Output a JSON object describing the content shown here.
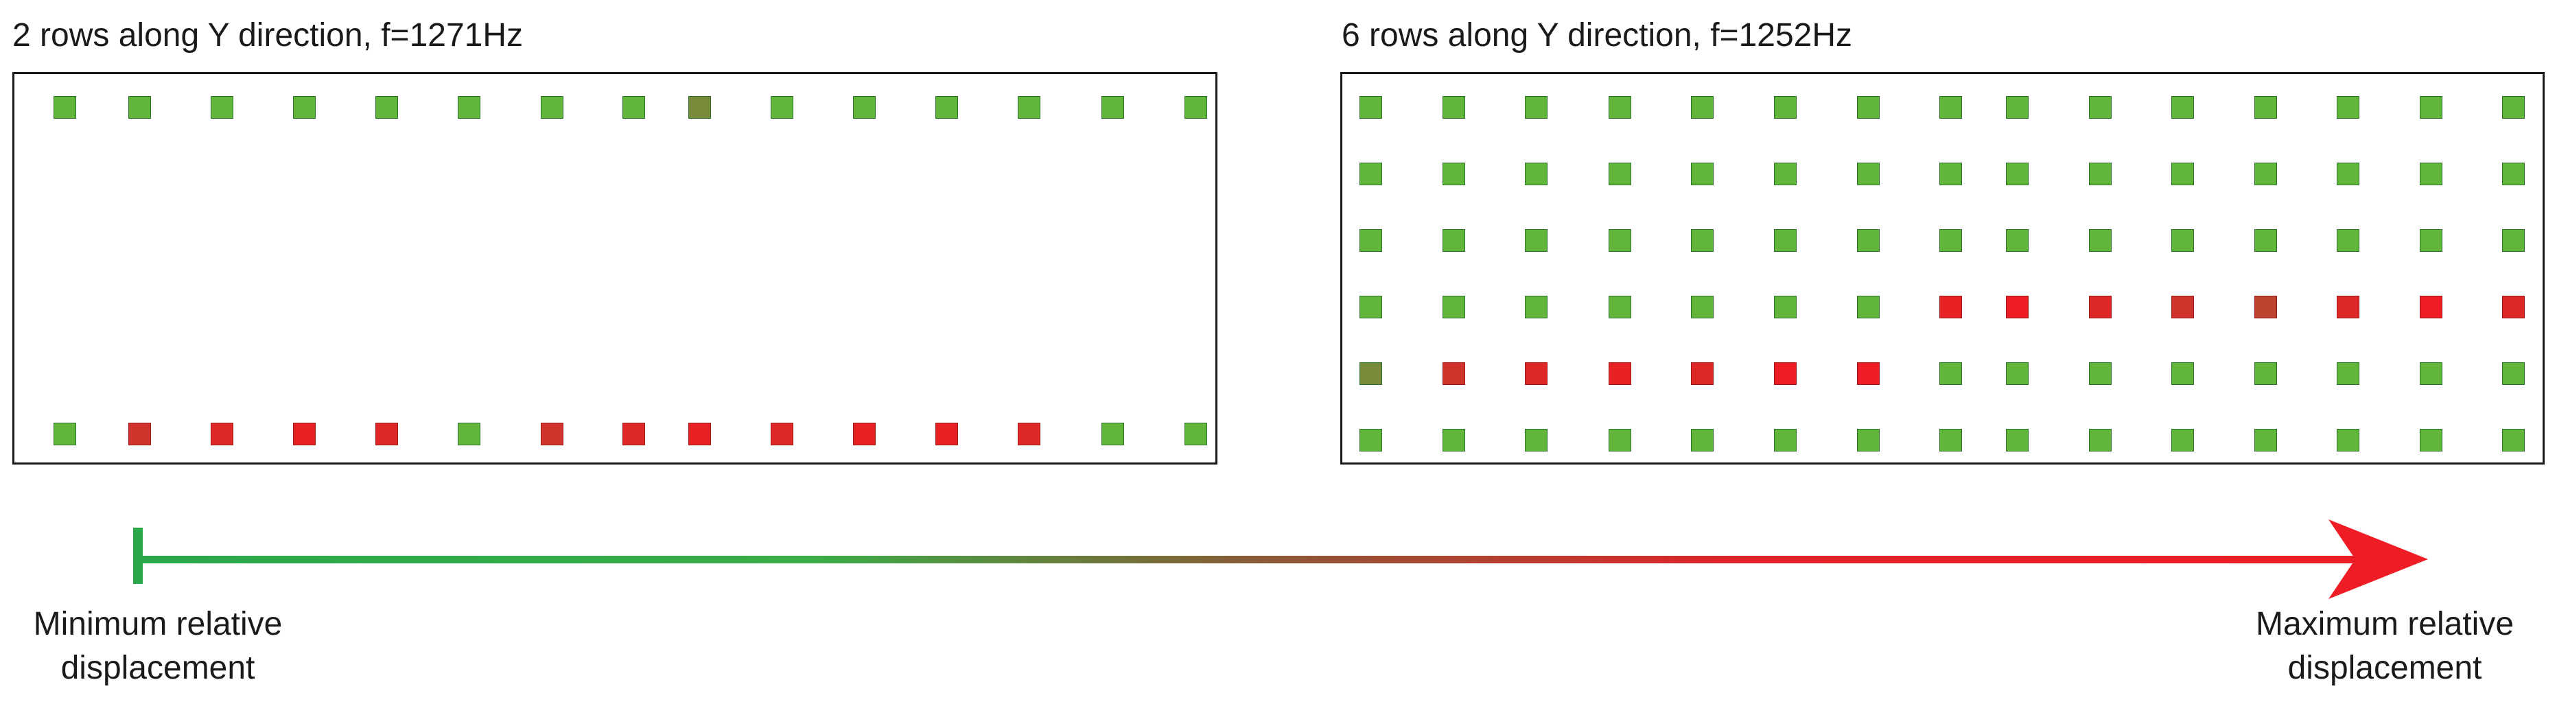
{
  "panels": [
    {
      "title": "2 rows along Y direction, f=1271Hz",
      "rows": [
        [
          0.05,
          0.05,
          0.05,
          0.05,
          0.05,
          0.05,
          0.05,
          0.05,
          0.3,
          0.05,
          0.05,
          0.05,
          0.05,
          0.05,
          0.05
        ],
        [
          0.05,
          0.85,
          0.92,
          0.97,
          0.92,
          0.05,
          0.85,
          0.92,
          0.97,
          0.92,
          0.97,
          0.97,
          0.92,
          0.05,
          0.05
        ]
      ]
    },
    {
      "title": "6 rows along Y direction, f=1252Hz",
      "rows": [
        [
          0.05,
          0.05,
          0.05,
          0.05,
          0.05,
          0.05,
          0.05,
          0.05,
          0.05,
          0.05,
          0.05,
          0.05,
          0.05,
          0.05,
          0.05
        ],
        [
          0.05,
          0.05,
          0.05,
          0.05,
          0.05,
          0.05,
          0.05,
          0.05,
          0.05,
          0.05,
          0.05,
          0.05,
          0.05,
          0.05,
          0.05
        ],
        [
          0.05,
          0.05,
          0.05,
          0.05,
          0.05,
          0.05,
          0.05,
          0.05,
          0.05,
          0.05,
          0.05,
          0.05,
          0.05,
          0.05,
          0.05
        ],
        [
          0.05,
          0.05,
          0.05,
          0.05,
          0.05,
          0.05,
          0.05,
          0.97,
          1.0,
          0.92,
          0.85,
          0.75,
          0.92,
          1.0,
          0.92
        ],
        [
          0.3,
          0.85,
          0.92,
          0.97,
          0.92,
          1.0,
          1.0,
          0.05,
          0.05,
          0.05,
          0.05,
          0.05,
          0.05,
          0.05,
          0.05
        ],
        [
          0.05,
          0.05,
          0.05,
          0.05,
          0.05,
          0.05,
          0.05,
          0.05,
          0.05,
          0.05,
          0.05,
          0.05,
          0.05,
          0.05,
          0.05
        ]
      ]
    }
  ],
  "legend": {
    "min_label": "Minimum relative\ndisplacement",
    "max_label": "Maximum relative\ndisplacement",
    "color_min": "#2aa84a",
    "color_max": "#ee1c24"
  }
}
